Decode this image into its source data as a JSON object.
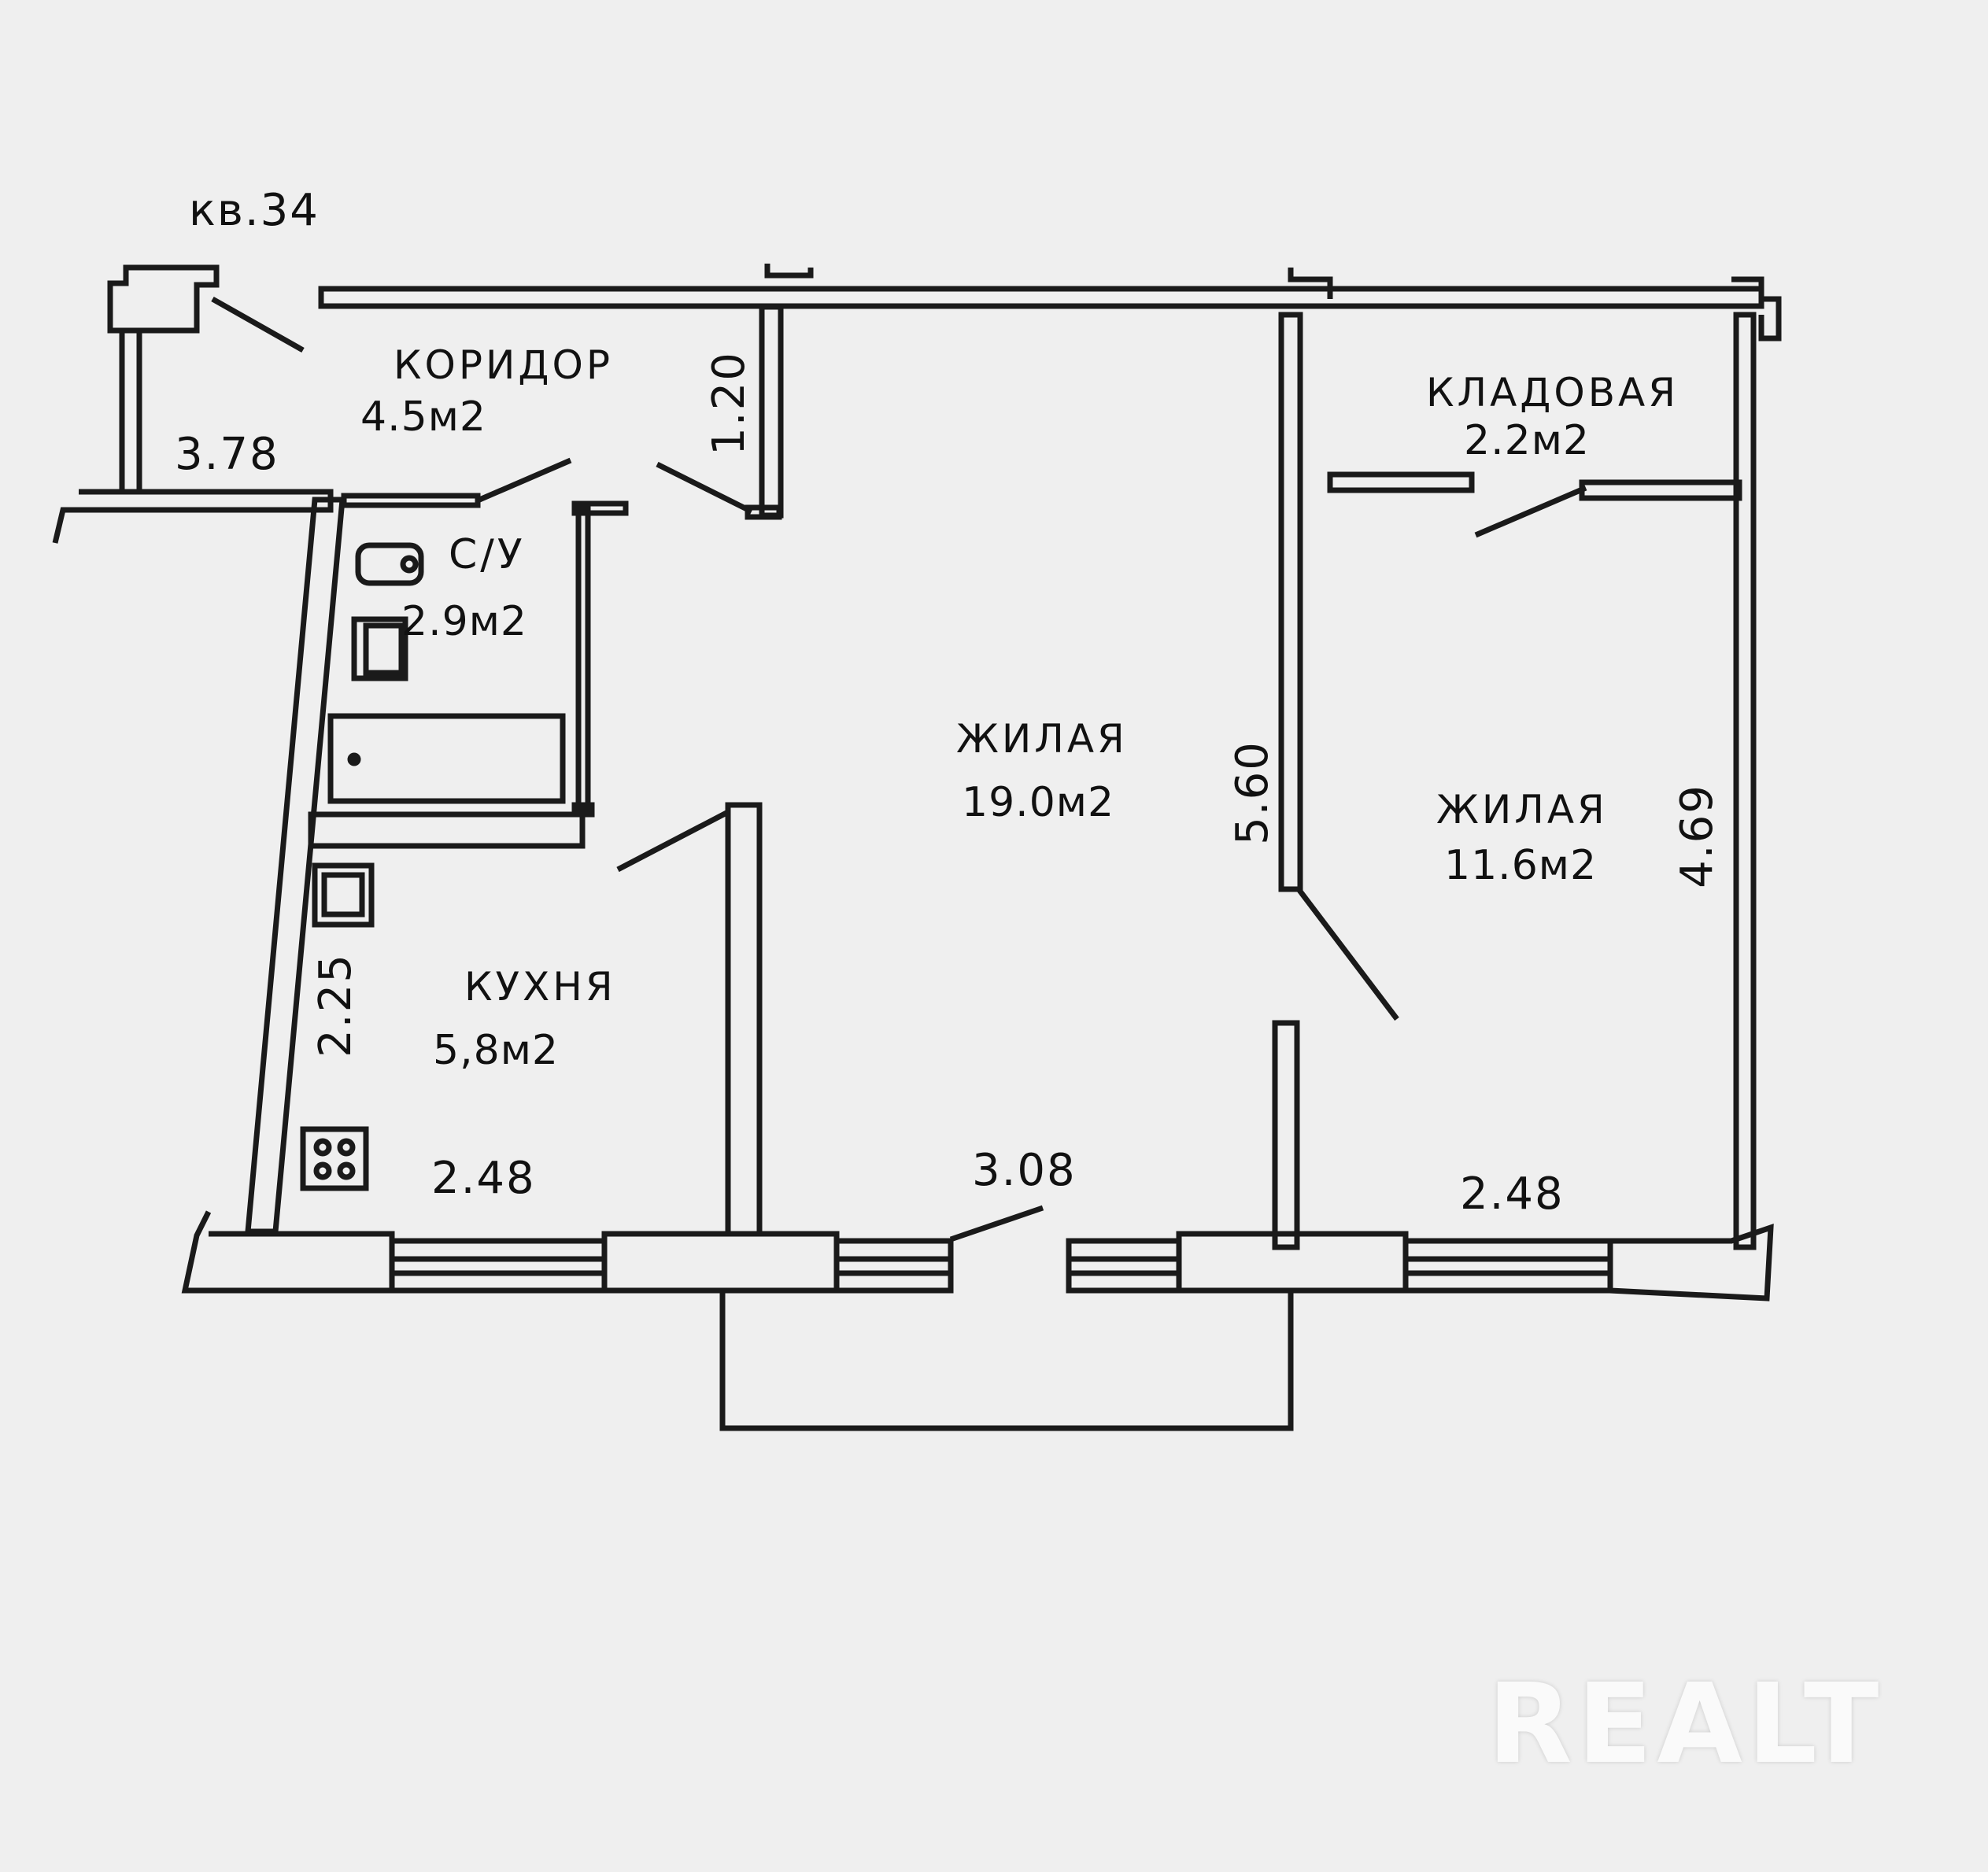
{
  "plan": {
    "apartment_label": "кв.34",
    "rooms": {
      "corridor": {
        "name": "КОРИДОР",
        "area": "4.5м2"
      },
      "bathroom": {
        "name": "С/У",
        "area": "2.9м2"
      },
      "kitchen": {
        "name": "КУХНЯ",
        "area": "5,8м2"
      },
      "living_large": {
        "name": "ЖИЛАЯ",
        "area": "19.0м2"
      },
      "storage": {
        "name": "КЛАДОВАЯ",
        "area": "2.2м2"
      },
      "living_small": {
        "name": "ЖИЛАЯ",
        "area": "11.6м2"
      }
    },
    "dimensions": {
      "corridor_length": "3.78",
      "corridor_width": "1.20",
      "kitchen_length": "2.25",
      "kitchen_width": "2.48",
      "living_large_width": "3.08",
      "living_small_depth": "5.60",
      "living_small_width": "2.48",
      "living_small_length": "4.69"
    }
  },
  "watermark": "REALT",
  "colors": {
    "wall": "#1a1a1a",
    "paper": "#efefef",
    "watermark": "#fafafa"
  }
}
